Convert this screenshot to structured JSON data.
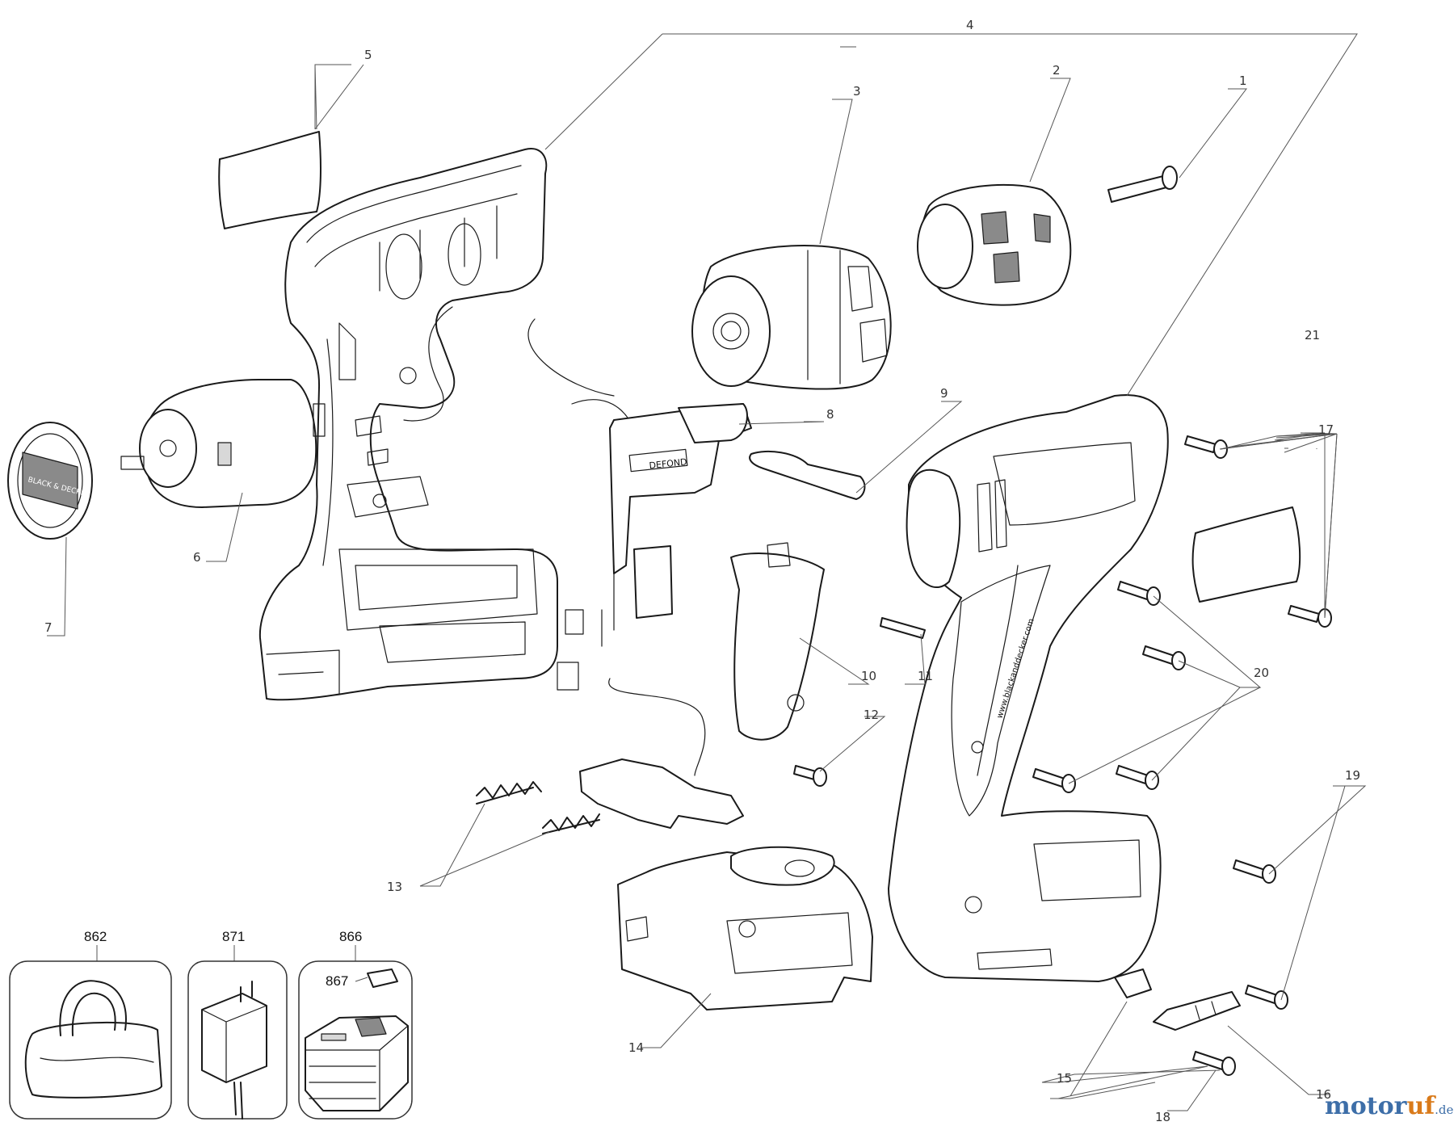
{
  "parts": {
    "p1": "1",
    "p2": "2",
    "p3": "3",
    "p4": "4",
    "p5": "5",
    "p6": "6",
    "p7": "7",
    "p8": "8",
    "p9": "9",
    "p10": "10",
    "p11": "11",
    "p12": "12",
    "p13": "13",
    "p14": "14",
    "p15": "15",
    "p16": "16",
    "p17": "17",
    "p18": "18",
    "p19": "19",
    "p20": "20",
    "p21": "21",
    "p862": "862",
    "p871": "871",
    "p866": "866",
    "p867": "867"
  },
  "product_labels": {
    "trigger_label": "DEFOND",
    "motor_cap_logo": "BLACK & DECKER",
    "housing_url": "www.blackanddecker.com"
  },
  "watermark": {
    "text1": "motor",
    "text2": "uf",
    "text3": ".de"
  }
}
